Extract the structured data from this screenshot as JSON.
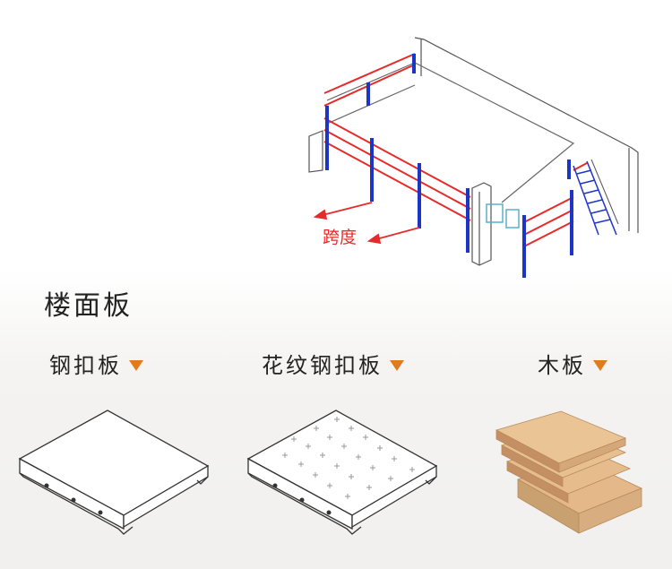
{
  "diagram": {
    "span_label": "跨度"
  },
  "section": {
    "title": "楼面板"
  },
  "panel_types": [
    {
      "label": "钢扣板"
    },
    {
      "label": "花纹钢扣板"
    },
    {
      "label": "木板"
    }
  ],
  "colors": {
    "rail": "#e52b2b",
    "post": "#1d35c4",
    "arrow": "#e52b2b",
    "marker": "#e07c1c",
    "wood_face": "#e4b888",
    "wood_edge": "#c49063"
  }
}
